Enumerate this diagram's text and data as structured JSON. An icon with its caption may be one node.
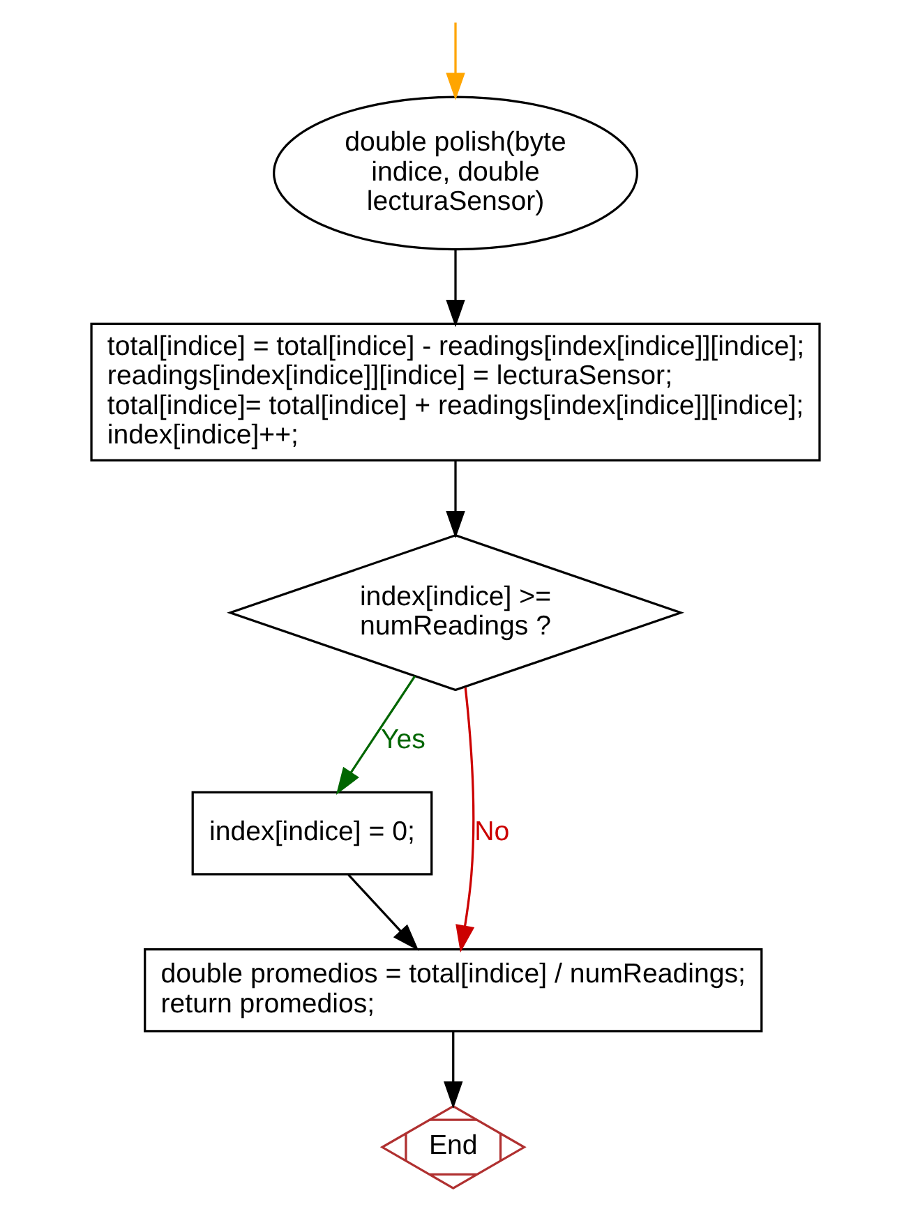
{
  "diagram": {
    "nodes": [
      {
        "text": [
          "double polish(byte indice, double lecturaSensor)"
        ]
      },
      {
        "text": [
          "total[indice] = total[indice] - readings[index[indice]][indice];",
          "readings[index[indice]][indice] = lecturaSensor;",
          "total[indice]= total[indice] + readings[index[indice]][indice];",
          "index[indice]++;"
        ]
      },
      {
        "text": [
          "index[indice] >= numReadings ?"
        ]
      },
      {
        "text": [
          "index[indice] = 0;"
        ]
      },
      {
        "text": [
          "double promedios = total[indice] / numReadings;",
          "return promedios;"
        ]
      },
      {
        "text": [
          "End"
        ]
      }
    ],
    "edges": [
      {
        "from": null,
        "to": 0,
        "arrow": "to",
        "color": "#ffa500"
      },
      {
        "from": 0,
        "to": 1,
        "arrow": "to"
      },
      {
        "from": 1,
        "to": 2,
        "arrow": "to"
      },
      {
        "from": 2,
        "to": 4,
        "arrow": "to",
        "label": "No",
        "color": "#cc0000"
      },
      {
        "from": 2,
        "to": 3,
        "arrow": "to",
        "label": "Yes",
        "color": "#006600"
      },
      {
        "from": 3,
        "to": 4,
        "arrow": "to"
      },
      {
        "from": 4,
        "to": 5,
        "arrow": "to"
      }
    ]
  }
}
